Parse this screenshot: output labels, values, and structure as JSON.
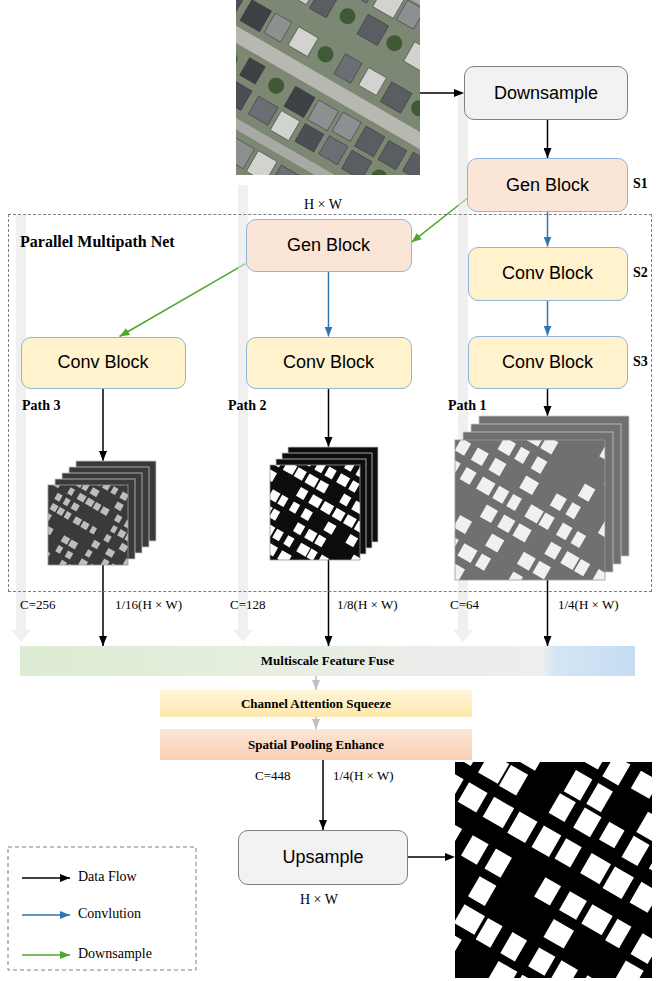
{
  "diagram": {
    "nodes": [
      {
        "text": [
          "Downsample"
        ]
      },
      {
        "text": [
          "Gen Block"
        ]
      },
      {
        "text": [
          "Parallel Multipath Net"
        ]
      },
      {
        "text": [
          "Gen Block"
        ],
        "in": 2
      },
      {
        "text": [
          "Conv Block"
        ],
        "in": 2
      },
      {
        "text": [
          "Conv Block"
        ],
        "in": 2
      },
      {
        "text": [
          "Conv Block"
        ],
        "in": 2
      },
      {
        "text": [
          "Conv Block"
        ],
        "in": 2
      },
      {
        "text": [
          "Multiscale Feature Fuse"
        ]
      },
      {
        "text": [
          "Channel Attention Squeeze"
        ]
      },
      {
        "text": [
          "Spatial Pooling Enhance"
        ]
      },
      {
        "text": [
          "Upsample"
        ]
      }
    ],
    "edges": [
      {
        "from": 0,
        "to": 1,
        "arrow": "to"
      },
      {
        "from": 1,
        "to": 4,
        "arrow": "to"
      },
      {
        "from": 4,
        "to": 7,
        "arrow": "to"
      },
      {
        "from": 1,
        "to": 3,
        "arrow": "to"
      },
      {
        "from": 3,
        "to": 6,
        "arrow": "to"
      },
      {
        "from": 3,
        "to": 5,
        "arrow": "to"
      },
      {
        "from": 5,
        "to": 8,
        "arrow": "to"
      },
      {
        "from": 6,
        "to": 8,
        "arrow": "to"
      },
      {
        "from": 7,
        "to": 8,
        "arrow": "to"
      },
      {
        "from": 8,
        "to": 9,
        "arrow": "to"
      },
      {
        "from": 9,
        "to": 10,
        "arrow": "to"
      },
      {
        "from": 10,
        "to": 11,
        "arrow": "to"
      }
    ],
    "labels": [
      "H × W",
      "S1",
      "S2",
      "S3",
      "Path 3",
      "Path 2",
      "Path 1",
      "C=256",
      "1/16(H × W)",
      "C=128",
      "1/8(H × W)",
      "C=64",
      "1/4(H × W)",
      "C=448",
      "1/4(H × W)",
      "H × W"
    ],
    "legend": [
      {
        "text": "Data Flow"
      },
      {
        "text": "Convlution"
      },
      {
        "text": "Downsample"
      }
    ]
  }
}
